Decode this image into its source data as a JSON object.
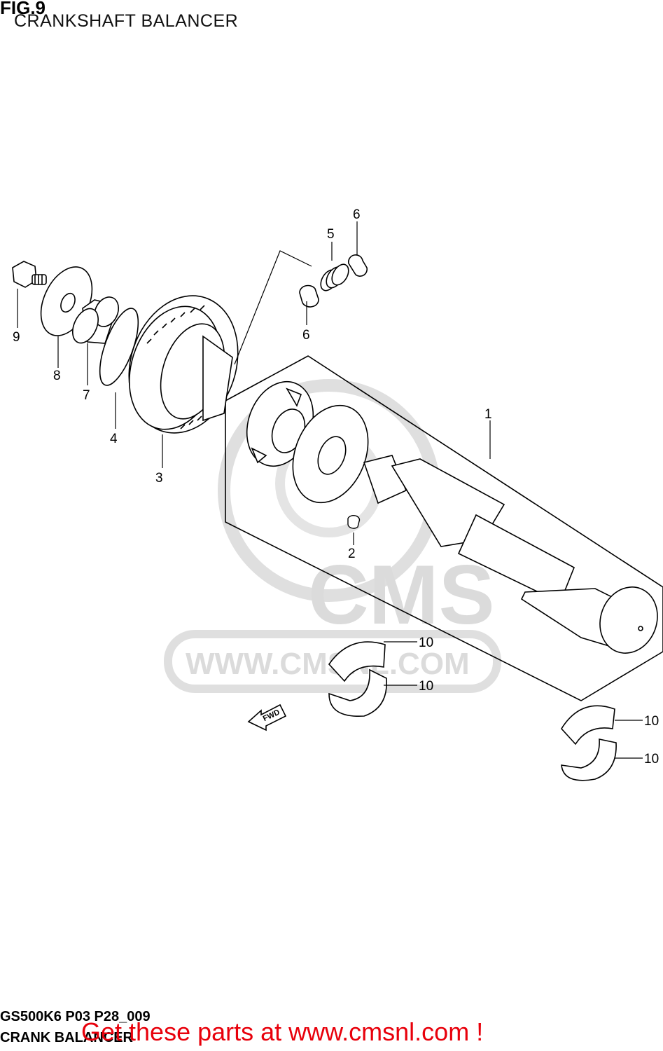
{
  "header": {
    "fig_number": "FIG.9",
    "title": "CRANKSHAFT BALANCER"
  },
  "watermark": {
    "brand": "CMS",
    "url": "WWW.CMSNL.COM"
  },
  "fwd_arrow_label": "FWD",
  "callouts": [
    {
      "id": "part-1",
      "number": "1"
    },
    {
      "id": "part-2",
      "number": "2"
    },
    {
      "id": "part-3",
      "number": "3"
    },
    {
      "id": "part-4",
      "number": "4"
    },
    {
      "id": "part-5",
      "number": "5"
    },
    {
      "id": "part-6a",
      "number": "6"
    },
    {
      "id": "part-6b",
      "number": "6"
    },
    {
      "id": "part-7",
      "number": "7"
    },
    {
      "id": "part-8",
      "number": "8"
    },
    {
      "id": "part-9",
      "number": "9"
    },
    {
      "id": "part-10a",
      "number": "10"
    },
    {
      "id": "part-10b",
      "number": "10"
    },
    {
      "id": "part-10c",
      "number": "10"
    },
    {
      "id": "part-10d",
      "number": "10"
    }
  ],
  "footer": {
    "model_code": "GS500K6 P03 P28_009",
    "section_name": "CRANK BALANCER",
    "promo": "Get these parts at www.cmsnl.com !",
    "promo_color": "#e8000b"
  }
}
